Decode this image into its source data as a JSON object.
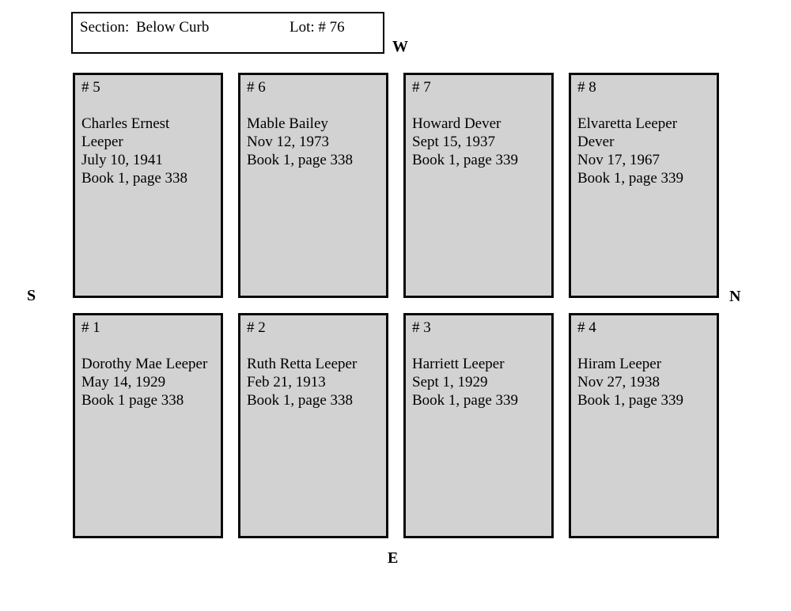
{
  "header": {
    "section_label": "Section:",
    "section_value": "Below Curb",
    "lot_text": "Lot: # 76"
  },
  "compass": {
    "west": "W",
    "south": "S",
    "north": "N",
    "east": "E"
  },
  "colors": {
    "plot_fill": "#d2d2d2",
    "plot_border": "#000000",
    "page_background": "#ffffff",
    "text": "#000000"
  },
  "plots": [
    {
      "number": "# 5",
      "lines": [
        "Charles Ernest",
        "Leeper",
        "July 10, 1941",
        "Book 1, page 338"
      ]
    },
    {
      "number": "# 6",
      "lines": [
        "Mable Bailey",
        "Nov 12, 1973",
        "Book 1, page 338"
      ]
    },
    {
      "number": "# 7",
      "lines": [
        "Howard Dever",
        "Sept 15, 1937",
        "Book 1, page 339"
      ]
    },
    {
      "number": "# 8",
      "lines": [
        "Elvaretta Leeper",
        "Dever",
        "Nov 17, 1967",
        "Book 1, page 339"
      ]
    },
    {
      "number": "# 1",
      "lines": [
        "Dorothy Mae Leeper",
        "May 14, 1929",
        "Book 1 page 338"
      ]
    },
    {
      "number": "# 2",
      "lines": [
        "Ruth Retta Leeper",
        "Feb 21, 1913",
        "Book 1, page 338"
      ]
    },
    {
      "number": "# 3",
      "lines": [
        "Harriett Leeper",
        "Sept 1, 1929",
        "Book 1, page 339"
      ]
    },
    {
      "number": "# 4",
      "lines": [
        "Hiram Leeper",
        "Nov 27, 1938",
        "Book 1, page 339"
      ]
    }
  ]
}
